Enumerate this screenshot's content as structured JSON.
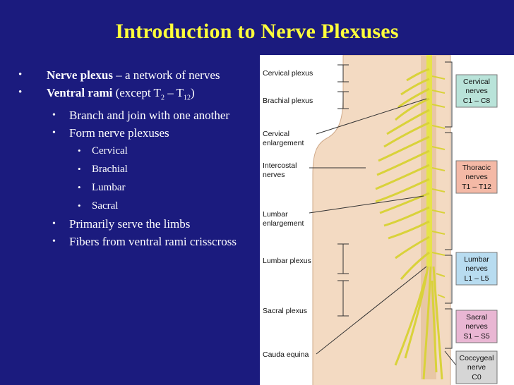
{
  "title": "Introduction to Nerve Plexuses",
  "bullets": {
    "b1_term": "Nerve plexus",
    "b1_rest": " – a network of nerves",
    "b2_term": "Ventral rami",
    "b2_pre": " (except T",
    "b2_sub1": "2",
    "b2_mid": " – T",
    "b2_sub2": "12",
    "b2_post": ")",
    "sub1": "Branch and join with one another",
    "sub2": "Form nerve plexuses",
    "plexuses": [
      "Cervical",
      "Brachial",
      "Lumbar",
      "Sacral"
    ],
    "sub3": "Primarily serve the limbs",
    "sub4": "Fibers from ventral rami crisscross"
  },
  "figure": {
    "labels": {
      "cervical_plexus": "Cervical plexus",
      "brachial_plexus": "Brachial plexus",
      "cervical_enl_1": "Cervical",
      "cervical_enl_2": "enlargement",
      "intercostal_1": "Intercostal",
      "intercostal_2": "nerves",
      "lumbar_enl_1": "Lumbar",
      "lumbar_enl_2": "enlargement",
      "lumbar_plexus": "Lumbar plexus",
      "sacral_plexus": "Sacral plexus",
      "cauda_equina": "Cauda equina"
    },
    "boxes": {
      "cervical": {
        "l1": "Cervical",
        "l2": "nerves",
        "l3": "C1 – C8",
        "color": "#b9e3d9"
      },
      "thoracic": {
        "l1": "Thoracic",
        "l2": "nerves",
        "l3": "T1 – T12",
        "color": "#f4b9a6"
      },
      "lumbar": {
        "l1": "Lumbar",
        "l2": "nerves",
        "l3": "L1 – L5",
        "color": "#b8dcf0"
      },
      "sacral": {
        "l1": "Sacral",
        "l2": "nerves",
        "l3": "S1 – S5",
        "color": "#e9b6d3"
      },
      "coccygeal": {
        "l1": "Coccygeal",
        "l2": "nerve",
        "l3": "C0",
        "color": "#d6d6d6"
      }
    }
  }
}
